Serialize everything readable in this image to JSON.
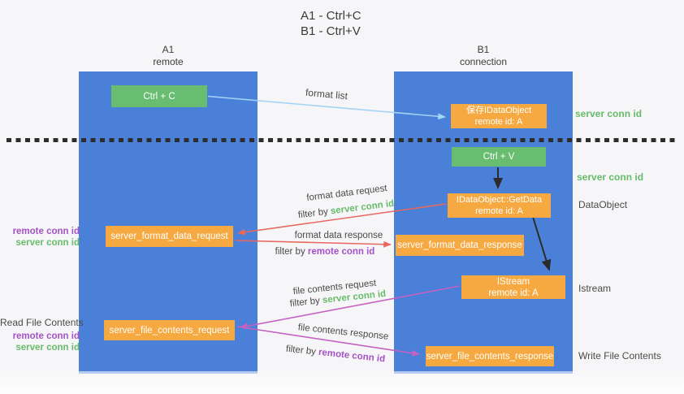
{
  "title": {
    "line1": "A1 - Ctrl+C",
    "line2": "B1 - Ctrl+V"
  },
  "columns": {
    "left": {
      "name": "A1",
      "role": "remote"
    },
    "right": {
      "name": "B1",
      "role": "connection"
    }
  },
  "nodes": {
    "ctrl_c": {
      "label": "Ctrl + C"
    },
    "ctrl_v": {
      "label": "Ctrl + V"
    },
    "save_idataobject": {
      "line1": "保存IDataObject",
      "line2": "remote id: A"
    },
    "getdata": {
      "line1": "IDataObject::GetData",
      "line2": "remote id: A"
    },
    "istream": {
      "line1": "IStream",
      "line2": "remote id: A"
    },
    "format_request": {
      "label": "server_format_data_request"
    },
    "format_response": {
      "label": "server_format_data_response"
    },
    "file_request": {
      "label": "server_file_contents_request"
    },
    "file_response": {
      "label": "server_file_contents_response"
    }
  },
  "flow_labels": {
    "format_list": "format list",
    "format_data_request": "format data request",
    "format_data_response": "format data response",
    "file_contents_request": "file contents request",
    "file_contents_response": "file contents response",
    "filter_by": "filter by ",
    "server_conn_id": "server conn id",
    "remote_conn_id": "remote conn id"
  },
  "side_labels": {
    "server_conn_id_top": "server conn id",
    "server_conn_id_mid": "server conn id",
    "dataobject": "DataObject",
    "istream": "Istream",
    "write_file_contents": "Write File Contents",
    "read_file_contents": "Read File Contents",
    "remote_conn_id": "remote conn id",
    "server_conn_id": "server conn id"
  },
  "colors": {
    "column_blue": "#4a80d8",
    "node_green": "#68bd70",
    "node_orange": "#f6a841",
    "arrow_blue": "#a5d3f3",
    "arrow_red": "#e8685e",
    "arrow_magenta": "#c561c3",
    "arrow_black": "#2b2b2b",
    "divider_black": "#2d2d2d",
    "text_green": "#67bb6a",
    "text_purple": "#a452c5",
    "text_dark": "#3f3f3f"
  }
}
